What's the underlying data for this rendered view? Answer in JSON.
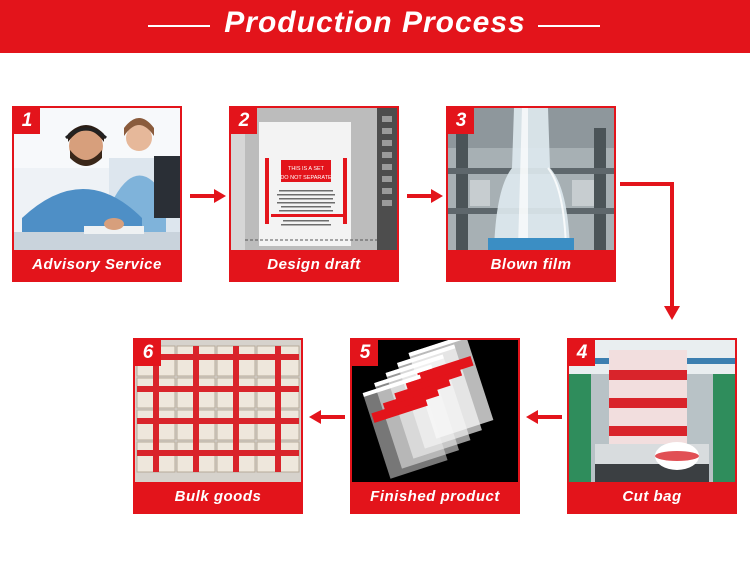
{
  "header": {
    "title": "Production Process"
  },
  "steps": [
    {
      "number": "1",
      "label": "Advisory Service"
    },
    {
      "number": "2",
      "label": "Design draft",
      "sheet_text": [
        "THIS IS A SET",
        "DO NOT SEPARATE"
      ]
    },
    {
      "number": "3",
      "label": "Blown film"
    },
    {
      "number": "4",
      "label": "Cut bag"
    },
    {
      "number": "5",
      "label": "Finished product"
    },
    {
      "number": "6",
      "label": "Bulk goods"
    }
  ],
  "colors": {
    "accent": "#e3141b",
    "background": "#ffffff"
  }
}
